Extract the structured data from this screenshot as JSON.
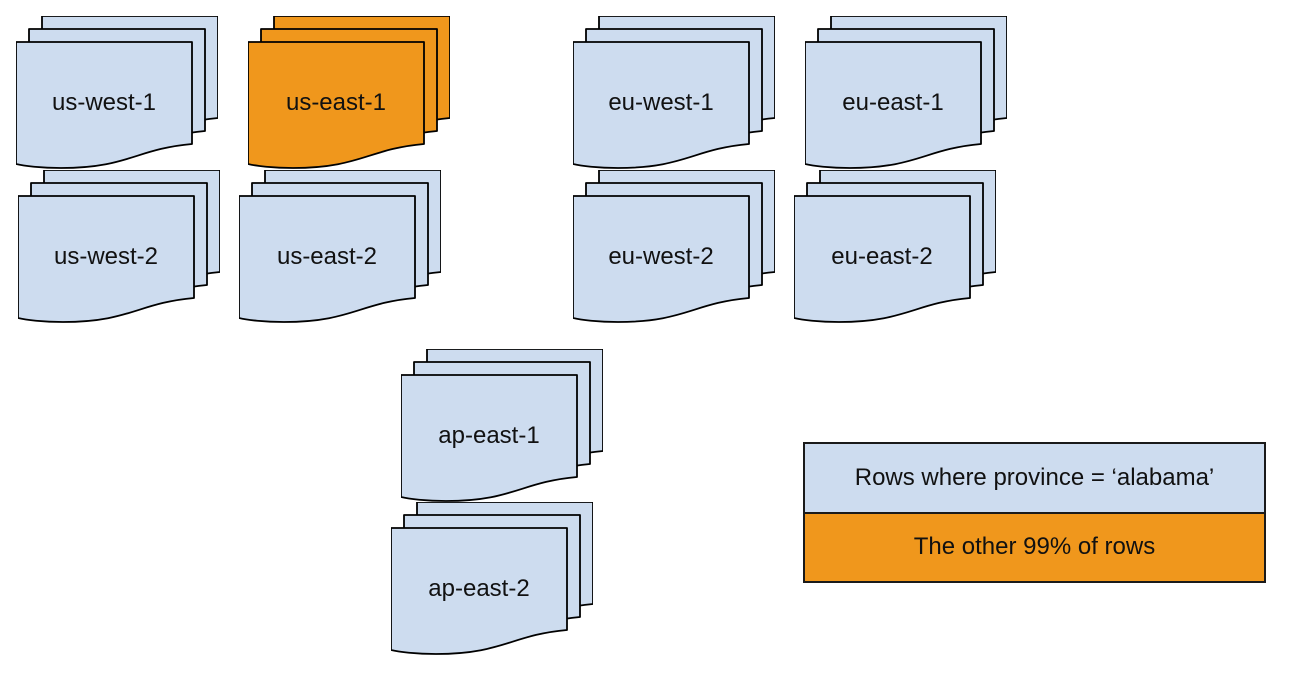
{
  "diagram": {
    "regions": [
      {
        "name": "us-west-1",
        "highlight": false
      },
      {
        "name": "us-east-1",
        "highlight": true
      },
      {
        "name": "eu-west-1",
        "highlight": false
      },
      {
        "name": "eu-east-1",
        "highlight": false
      },
      {
        "name": "us-west-2",
        "highlight": false
      },
      {
        "name": "us-east-2",
        "highlight": false
      },
      {
        "name": "eu-west-2",
        "highlight": false
      },
      {
        "name": "eu-east-2",
        "highlight": false
      },
      {
        "name": "ap-east-1",
        "highlight": false
      },
      {
        "name": "ap-east-2",
        "highlight": false
      }
    ]
  },
  "legend": {
    "items": [
      {
        "label": "Rows where province = ‘alabama’",
        "color": "#cddcef"
      },
      {
        "label": "The other 99% of rows",
        "color": "#f0971c"
      }
    ]
  },
  "colors": {
    "page_blue": "#cddcef",
    "highlight_orange": "#f0971c",
    "stroke": "#000000",
    "text": "#111111"
  }
}
